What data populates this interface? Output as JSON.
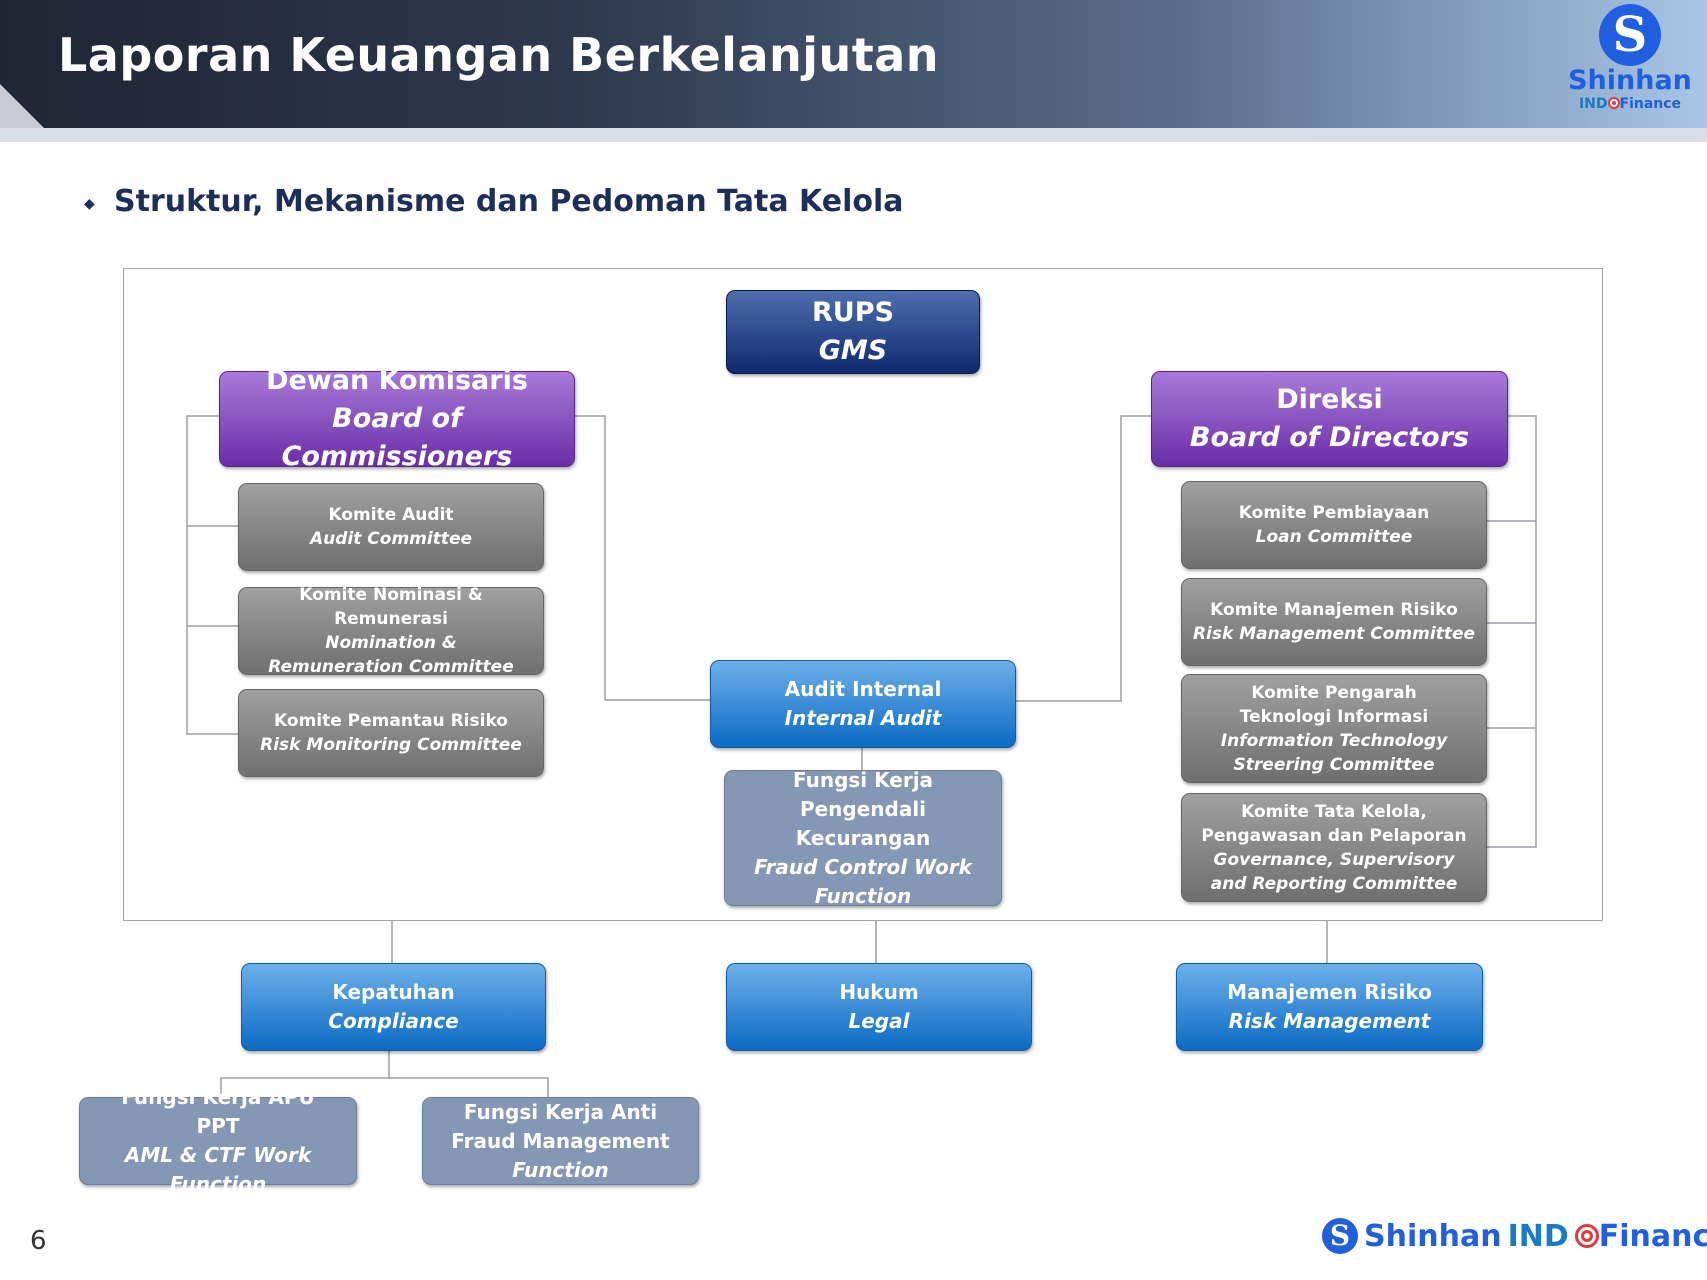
{
  "header": {
    "title": "Laporan Keuangan Berkelanjutan",
    "logo": {
      "name": "Shinhan",
      "sub_ind": "IND",
      "sub_fin": "Finance"
    }
  },
  "subtitle": "Struktur, Mekanisme dan Pedoman Tata Kelola",
  "org": {
    "rups": {
      "l1": "RUPS",
      "l2": "GMS"
    },
    "boc": {
      "l1": "Dewan Komisaris",
      "l2": "Board of Commissioners"
    },
    "bod": {
      "l1": "Direksi",
      "l2": "Board of Directors"
    },
    "boc_committees": [
      {
        "l1": "Komite Audit",
        "l2": "Audit Committee"
      },
      {
        "l1": "Komite Nominasi & Remunerasi",
        "l2": "Nomination & Remuneration Committee"
      },
      {
        "l1": "Komite Pemantau Risiko",
        "l2": "Risk Monitoring Committee"
      }
    ],
    "bod_committees": [
      {
        "l1": "Komite Pembiayaan",
        "l2": "Loan Committee"
      },
      {
        "l1": "Komite Manajemen Risiko",
        "l2": "Risk Management Committee"
      },
      {
        "l1": "Komite Pengarah Teknologi Informasi",
        "l2": "Information Technology Streering Committee"
      },
      {
        "l1": "Komite Tata Kelola, Pengawasan dan Pelaporan",
        "l2": "Governance, Supervisory and Reporting Committee"
      }
    ],
    "audit": {
      "l1": "Audit Internal",
      "l2": "Internal Audit"
    },
    "fraud": {
      "l1": "Fungsi Kerja Pengendali Kecurangan",
      "l2": "Fraud Control Work Function"
    },
    "bottom": [
      {
        "l1": "Kepatuhan",
        "l2": "Compliance"
      },
      {
        "l1": "Hukum",
        "l2": "Legal"
      },
      {
        "l1": "Manajemen Risiko",
        "l2": "Risk Management"
      }
    ],
    "sub": [
      {
        "l1": "Fungsi Kerja APU PPT",
        "l2": "AML & CTF Work Function"
      },
      {
        "l1": "Fungsi Kerja Anti Fraud Management",
        "l2": "Function"
      }
    ]
  },
  "footer": {
    "page": "6",
    "logo": {
      "name": "Shinhan",
      "ind": "IND",
      "fin": "Finance"
    }
  }
}
